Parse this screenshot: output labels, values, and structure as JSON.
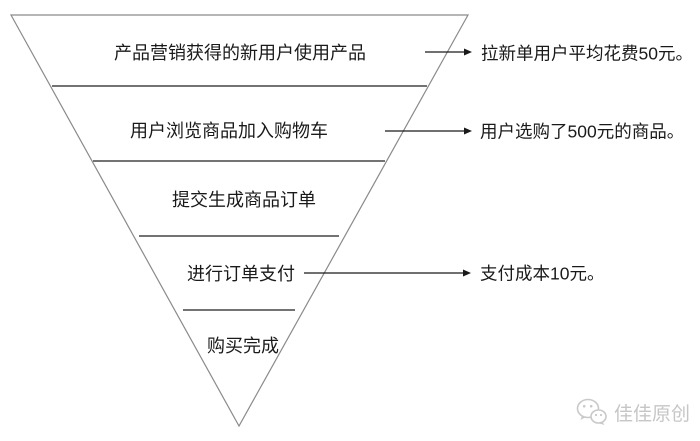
{
  "diagram": {
    "type": "inverted-funnel",
    "levels": [
      {
        "label": "产品营销获得的新用户使用产品",
        "annotation": "拉新单用户平均花费50元。"
      },
      {
        "label": "用户浏览商品加入购物车",
        "annotation": "用户选购了500元的商品。"
      },
      {
        "label": "提交生成商品订单"
      },
      {
        "label": "进行订单支付",
        "annotation": "支付成本10元。"
      },
      {
        "label": "购买完成"
      }
    ],
    "colors": {
      "background": "#ffffff",
      "outline": "#8a8a8a",
      "divider": "#5f5f5f",
      "arrow": "#1a1a1a",
      "text": "#1a1a1a",
      "watermark": "#c6c6c6"
    }
  },
  "watermark": {
    "icon": "wechat-icon",
    "text": "佳佳原创"
  }
}
